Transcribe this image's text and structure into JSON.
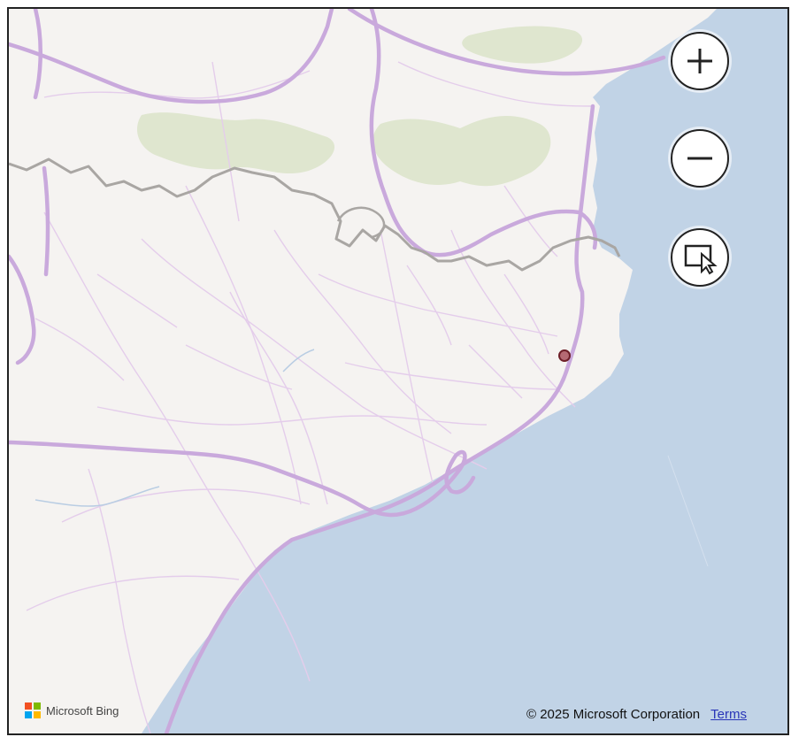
{
  "controls": {
    "zoom_in_icon": "plus-icon",
    "zoom_out_icon": "minus-icon",
    "select_icon": "select-area-icon"
  },
  "brand": {
    "logo_colors": [
      "#f25022",
      "#7fba00",
      "#00a4ef",
      "#ffb900"
    ],
    "label": "Microsoft Bing"
  },
  "attribution": {
    "copyright": "© 2025 Microsoft Corporation",
    "terms": "Terms"
  },
  "colors": {
    "land": "#f5f3f1",
    "sea": "#c1d3e6",
    "highway": "#c9a9dc",
    "minor_road": "#e4cdeb",
    "border": "#a9a6a3",
    "forest": "#dfe6cf",
    "marker_fill": "#b56a73",
    "marker_stroke": "#6e1f28"
  }
}
